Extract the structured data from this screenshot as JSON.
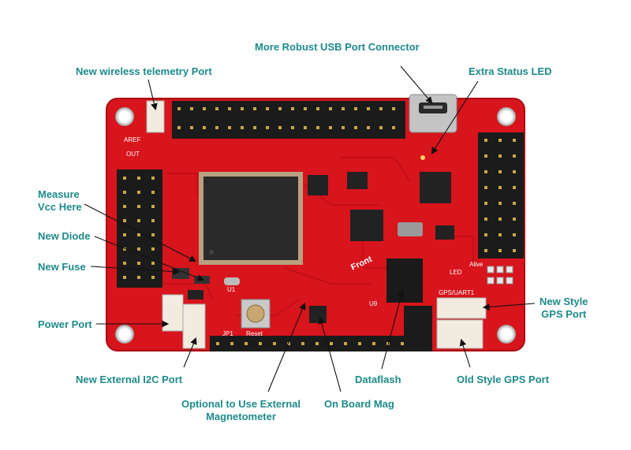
{
  "annotations": {
    "usb_connector": "More Robust USB Port Connector",
    "wireless_port": "New wireless telemetry Port",
    "status_led": "Extra Status LED",
    "measure_vcc_line1": "Measure",
    "measure_vcc_line2": "Vcc Here",
    "new_diode": "New Diode",
    "new_fuse": "New Fuse",
    "new_gps_line1": "New Style",
    "new_gps_line2": "GPS Port",
    "power_port": "Power Port",
    "i2c_port": "New External I2C Port",
    "dataflash": "Dataflash",
    "old_gps": "Old Style GPS Port",
    "ext_mag_line1": "Optional to Use External",
    "ext_mag_line2": "Magnetometer",
    "onboard_mag": "On Board Mag"
  },
  "silkscreen": {
    "front": "Front",
    "reset": "Reset",
    "aref": "AREF",
    "out": "OUT",
    "alive": "Alive",
    "gps_uart": "GPS/UART1",
    "jp1": "JP1",
    "led": "LED",
    "u1": "U1",
    "u9": "U9"
  },
  "colors": {
    "label": "#1e8a8a",
    "board": "#d8141c",
    "board_dark": "#a80d13",
    "header": "#1b1b1b"
  }
}
